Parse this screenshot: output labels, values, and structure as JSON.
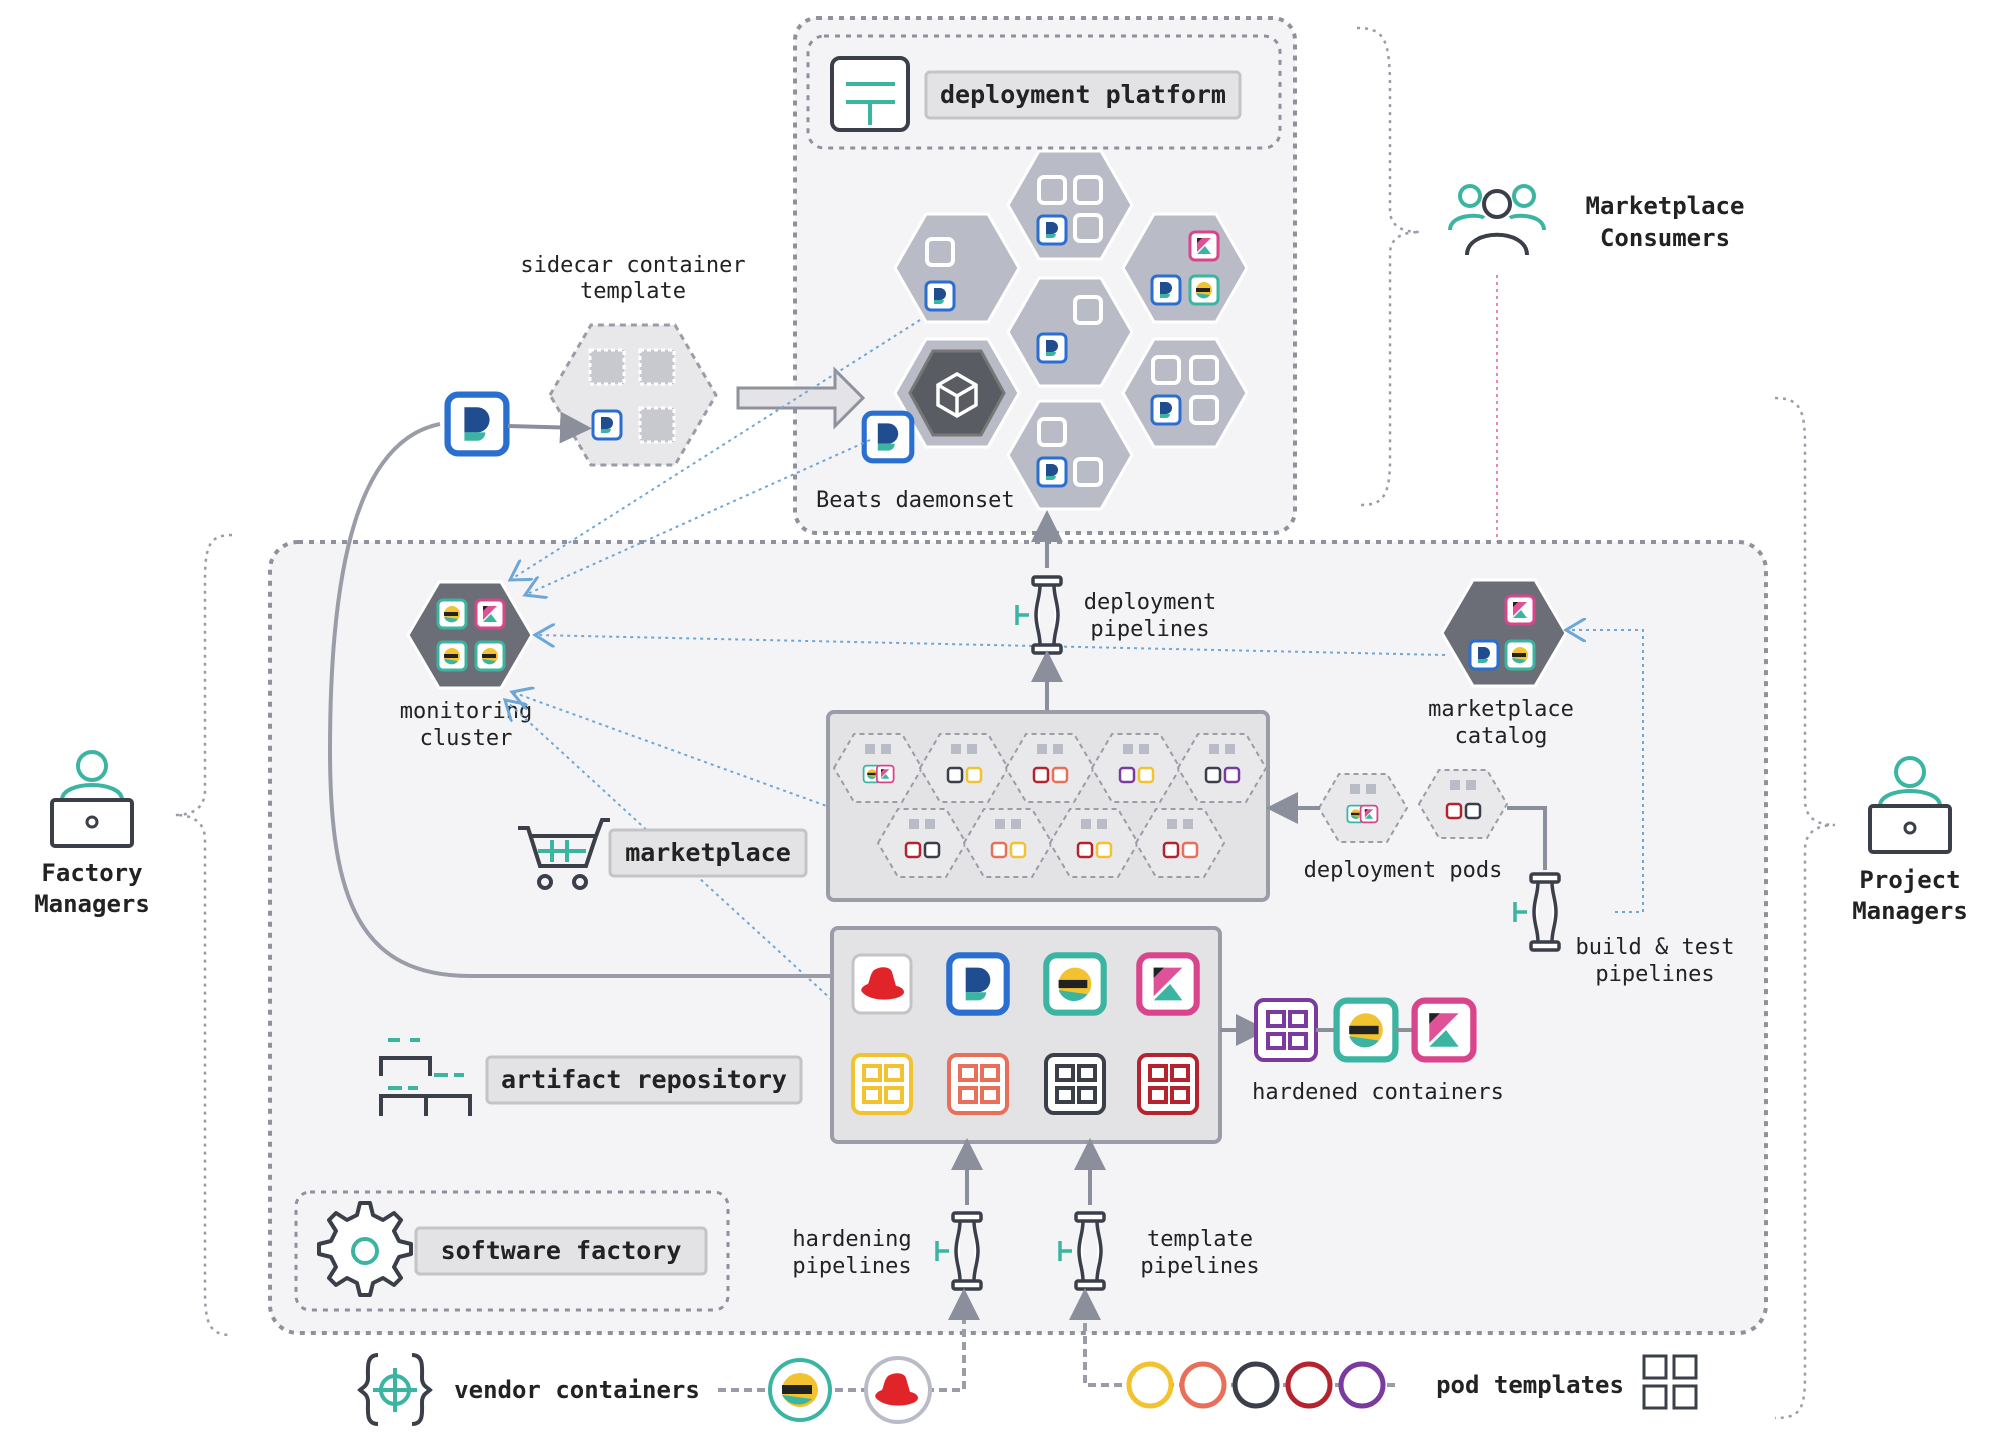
{
  "labels": {
    "deployment_platform": "deployment platform",
    "sidecar_template": [
      "sidecar container",
      "template"
    ],
    "beats_daemonset": "Beats daemonset",
    "marketplace_consumers": [
      "Marketplace",
      "Consumers"
    ],
    "monitoring_cluster": [
      "monitoring",
      "cluster"
    ],
    "deployment_pipelines": [
      "deployment",
      "pipelines"
    ],
    "marketplace_catalog": [
      "marketplace",
      "catalog"
    ],
    "marketplace": "marketplace",
    "deployment_pods": "deployment pods",
    "factory_managers": [
      "Factory",
      "Managers"
    ],
    "project_managers": [
      "Project",
      "Managers"
    ],
    "build_test_pipelines": [
      "build & test",
      "pipelines"
    ],
    "artifact_repository": "artifact repository",
    "hardened_containers": "hardened containers",
    "software_factory": "software factory",
    "hardening_pipelines": [
      "hardening",
      "pipelines"
    ],
    "template_pipelines": [
      "template",
      "pipelines"
    ],
    "vendor_containers": "vendor containers",
    "pod_templates": "pod templates"
  },
  "icons": {
    "redhat": "redhat-icon",
    "beats": "beats-icon",
    "elastic": "elastic-icon",
    "kibana": "kibana-icon",
    "pipeline": "pipeline-icon",
    "cart": "cart-icon",
    "gear": "gear-icon",
    "person": "person-laptop-icon",
    "group": "user-group-icon"
  },
  "colors": {
    "blue": "#2a6fcf",
    "teal": "#3bb5a2",
    "pink": "#d9458c",
    "yellow": "#f2c230",
    "orange": "#e8705a",
    "dark": "#3b3f4a",
    "red": "#b3242e",
    "purple": "#7a3a9e",
    "red_hat": "#e1242a",
    "gray_panel": "#e6e6e9",
    "gray_hex": "#b9bcc6",
    "dotted_line": "#6ea6d6",
    "consumer_line": "#e78aa9"
  }
}
